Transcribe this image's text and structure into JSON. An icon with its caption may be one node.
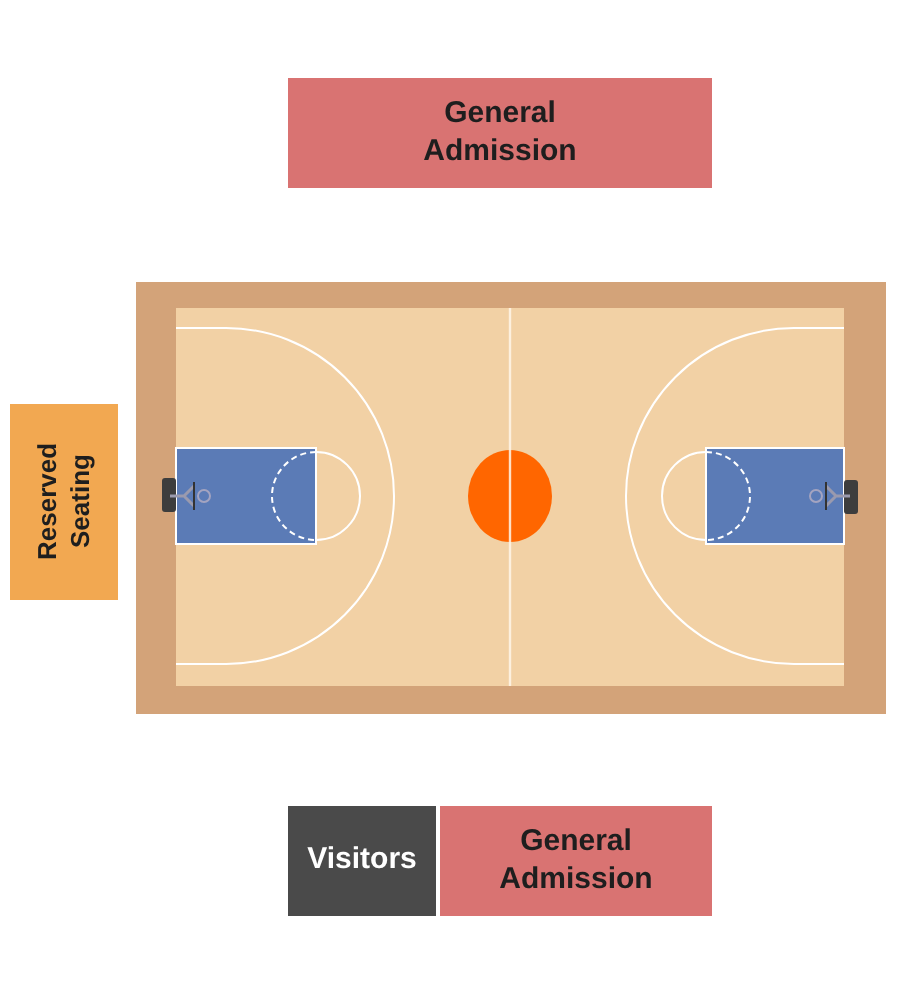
{
  "diagram": {
    "nodes": [
      {
        "text": [
          "General Admission"
        ]
      },
      {
        "text": [
          "Reserved Seating"
        ]
      },
      {
        "text": [
          "Visitors"
        ]
      },
      {
        "text": [
          "General Admission"
        ]
      }
    ]
  }
}
